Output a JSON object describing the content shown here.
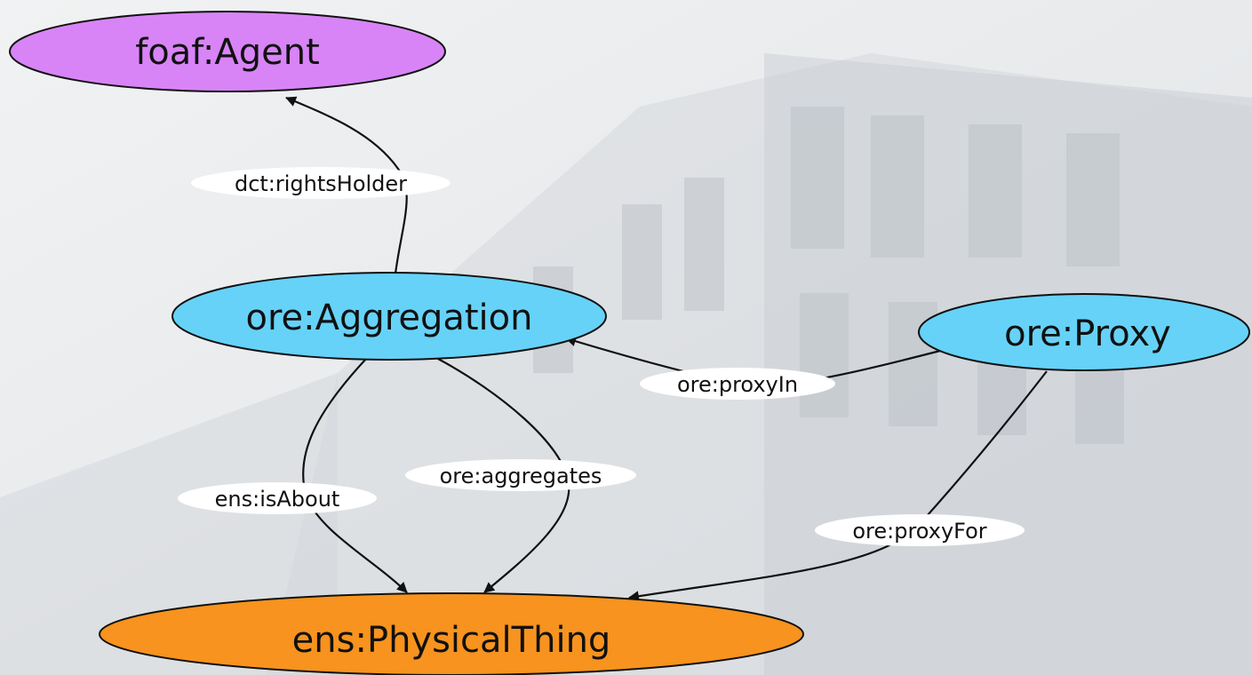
{
  "colors": {
    "agent": "#d884f7",
    "aggregation": "#66d2f8",
    "proxy": "#66d2f8",
    "physical_thing": "#f7931e",
    "edge": "#111111",
    "label_background": "#ffffff"
  },
  "background": {
    "description_icon": "building-photo-background"
  },
  "nodes": {
    "agent": "foaf:Agent",
    "aggregation": "ore:Aggregation",
    "proxy": "ore:Proxy",
    "physical_thing": "ens:PhysicalThing"
  },
  "edges": {
    "rights_holder": "dct:rightsHolder",
    "proxy_in": "ore:proxyIn",
    "aggregates": "ore:aggregates",
    "is_about": "ens:isAbout",
    "proxy_for": "ore:proxyFor"
  }
}
